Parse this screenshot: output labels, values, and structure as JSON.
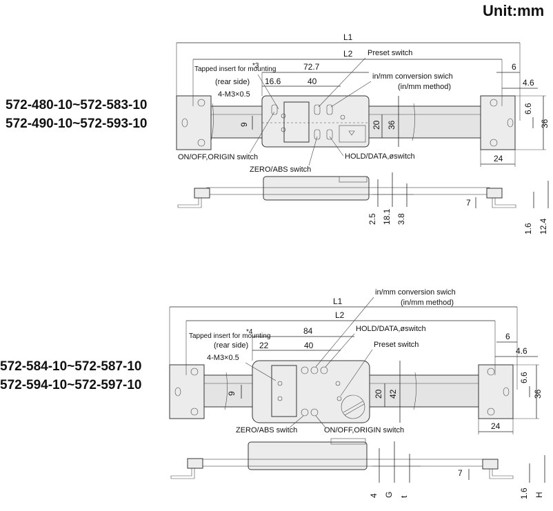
{
  "unit_label": "Unit:mm",
  "top": {
    "models": [
      "572-480-10~572-583-10",
      "572-490-10~572-593-10"
    ],
    "dims": {
      "L1": "L1",
      "L2": "L2",
      "d72_7": "72.7",
      "d16_6": "16.6",
      "d40": "40",
      "d6": "6",
      "d4_6": "4.6",
      "d6_6": "6.6",
      "d36_right": "36",
      "d24": "24",
      "d9": "9",
      "d20": "20",
      "d36_body": "36",
      "d2_5": "2.5",
      "d18_1": "18.1",
      "d3_8": "3.8",
      "d7": "7",
      "d1_6": "1.6",
      "d12_4": "12.4"
    },
    "labels": {
      "tapped_insert": "Tapped insert for mounting",
      "tapped_note": "*3",
      "rear_side": "(rear side)",
      "thread": "4-M3×0.5",
      "preset": "Preset switch",
      "inmm": "in/mm conversion swich",
      "inmm_method": "(in/mm method)",
      "onoff": "ON/OFF,ORIGIN switch",
      "zero": "ZERO/ABS switch",
      "hold": "HOLD/DATA,øswitch"
    }
  },
  "bottom": {
    "models": [
      "572-584-10~572-587-10",
      "572-594-10~572-597-10"
    ],
    "dims": {
      "L1": "L1",
      "L2": "L2",
      "d84": "84",
      "d22": "22",
      "d40": "40",
      "d6": "6",
      "d4_6": "4.6",
      "d6_6": "6.6",
      "d36_right": "36",
      "d24": "24",
      "d9": "9",
      "d20": "20",
      "d42": "42",
      "d4": "4",
      "dG": "G",
      "dt": "t",
      "d7": "7",
      "d1_6": "1.6",
      "dH": "H"
    },
    "labels": {
      "inmm": "in/mm conversion swich",
      "inmm_method": "(in/mm method)",
      "tapped_insert": "Tapped insert for mounting",
      "tapped_note": "*4",
      "hold": "HOLD/DATA,øswitch",
      "rear_side": "(rear side)",
      "preset": "Preset switch",
      "thread": "4-M3×0.5",
      "zero": "ZERO/ABS switch",
      "onoff": "ON/OFF,ORIGIN switch"
    }
  }
}
